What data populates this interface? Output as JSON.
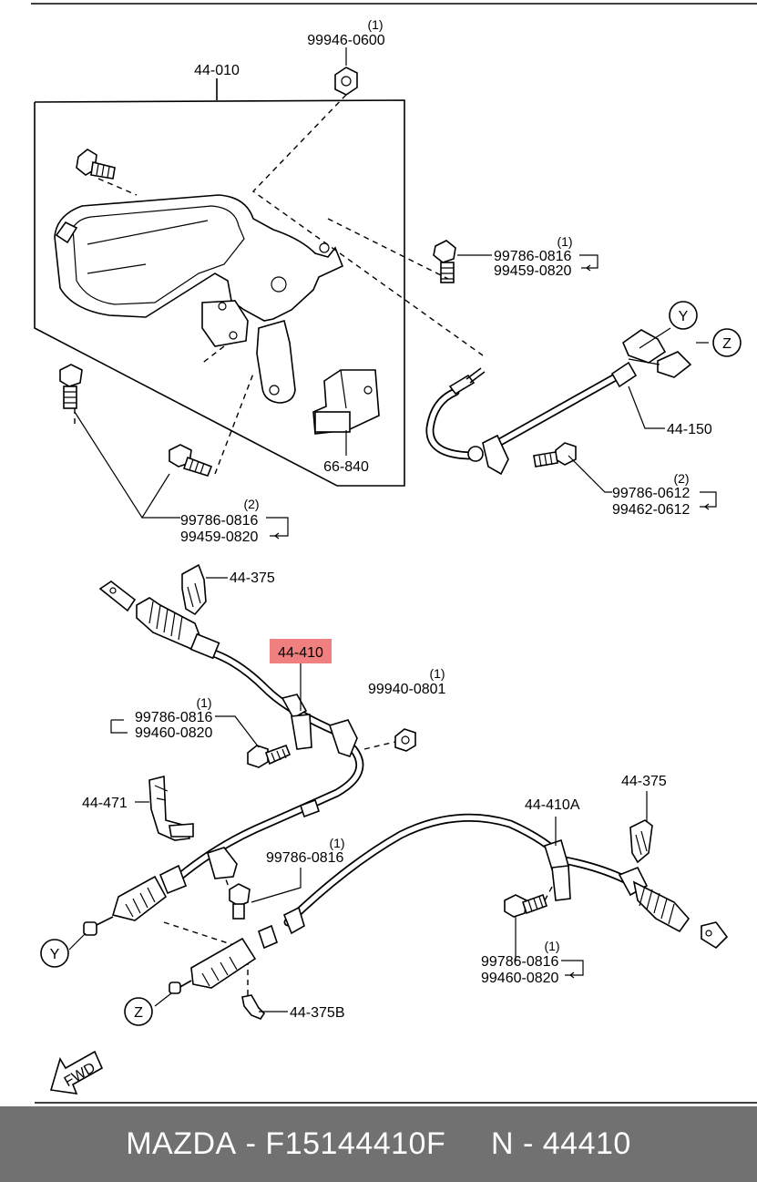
{
  "labels": {
    "assembly": "44-010",
    "nut_qty": "(1)",
    "nut": "99946-0600",
    "bolt_top_qty": "(1)",
    "bolt_top_a": "99786-0816",
    "bolt_top_b": "99459-0820",
    "bolt_left_qty": "(2)",
    "bolt_left_a": "99786-0816",
    "bolt_left_b": "99459-0820",
    "bracket": "66-840",
    "front_cable": "44-150",
    "bolt_cable_qty": "(2)",
    "bolt_cable_a": "99786-0612",
    "bolt_cable_b": "99462-0612",
    "clip_upper": "44-375",
    "rear_cable_right": "44-410",
    "nut2_qty": "(1)",
    "nut2": "99940-0801",
    "bolt_mid_qty": "(1)",
    "bolt_mid_a": "99786-0816",
    "bolt_mid_b": "99460-0820",
    "bracket2": "44-471",
    "bolt_low_qty": "(1)",
    "bolt_low": "99786-0816",
    "rear_cable_left": "44-410A",
    "clip_right": "44-375",
    "bolt_right_qty": "(1)",
    "bolt_right_a": "99786-0816",
    "bolt_right_b": "99460-0820",
    "clip_lower": "44-375B",
    "ref_y": "Y",
    "ref_z": "Z",
    "fwd": "FWD"
  },
  "highlight_color": "#f08080",
  "footer": {
    "brand": "MAZDA",
    "sep1": " - ",
    "part_number": "F15144410F",
    "gap": "     ",
    "code_prefix": "N",
    "sep2": " - ",
    "code": "44410"
  }
}
